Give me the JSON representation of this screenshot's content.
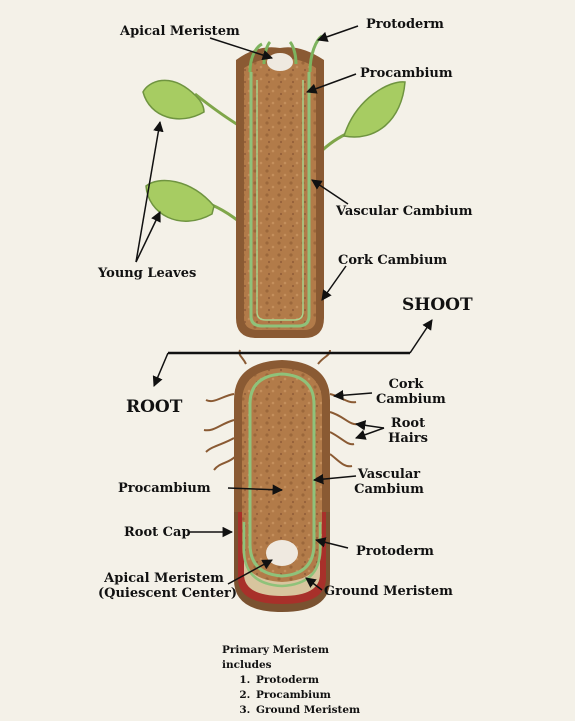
{
  "labels": {
    "apical_meristem_top": "Apical Meristem",
    "protoderm_top": "Protoderm",
    "procambium_top": "Procambium",
    "vascular_cambium_top": "Vascular Cambium",
    "young_leaves": "Young Leaves",
    "cork_cambium_top": "Cork Cambium",
    "shoot": "SHOOT",
    "root": "ROOT",
    "cork_cambium_root_1": "Cork",
    "cork_cambium_root_2": "Cambium",
    "root_hairs_1": "Root",
    "root_hairs_2": "Hairs",
    "procambium_root": "Procambium",
    "vascular_cambium_root_1": "Vascular",
    "vascular_cambium_root_2": "Cambium",
    "root_cap": "Root Cap",
    "protoderm_root": "Protoderm",
    "apical_meristem_root_1": "Apical Meristem",
    "apical_meristem_root_2": "(Quiescent Center)",
    "ground_meristem": "Ground Meristem"
  },
  "caption": {
    "title": "Primary Meristem includes",
    "items": [
      "Protoderm",
      "Procambium",
      "Ground Meristem"
    ]
  },
  "colors": {
    "background": "#f4f1e8",
    "bark": "#8a5a33",
    "ground_tissue": "#b07a48",
    "vascular_green": "#8fc27a",
    "leaf_green": "#9cc45c",
    "root_cap_red": "#a8302a",
    "meristem_white": "#efe9e0"
  }
}
